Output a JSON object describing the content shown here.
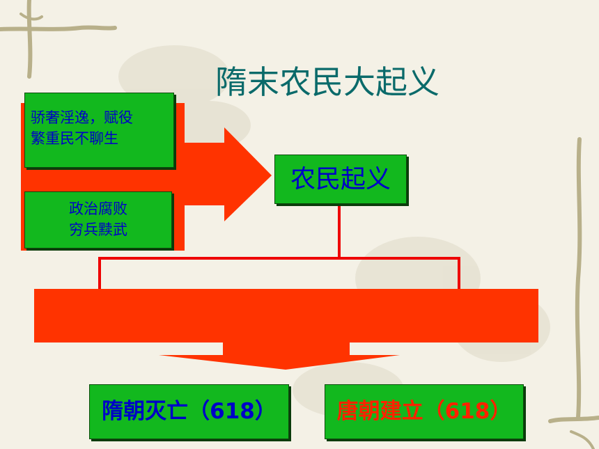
{
  "slide": {
    "title": "隋末农民大起义",
    "causes": [
      {
        "line1": "骄奢淫逸，赋役",
        "line2": "繁重民不聊生"
      },
      {
        "line1": "政治腐败",
        "line2": "穷兵黩武"
      }
    ],
    "center_label": "农民起义",
    "results": [
      {
        "label": "隋朝灭亡（618）",
        "color": "#0000c8"
      },
      {
        "label": "唐朝建立（618）",
        "color": "#ff2200"
      }
    ],
    "colors": {
      "box_green": "#12b81e",
      "arrow_red": "#ff3300",
      "connector_red": "#ee0000",
      "title_teal": "#0a6a6a",
      "text_blue": "#0000c8"
    },
    "decor_icons": [
      "plant-vine-decor",
      "flower-shadow-decor"
    ]
  }
}
